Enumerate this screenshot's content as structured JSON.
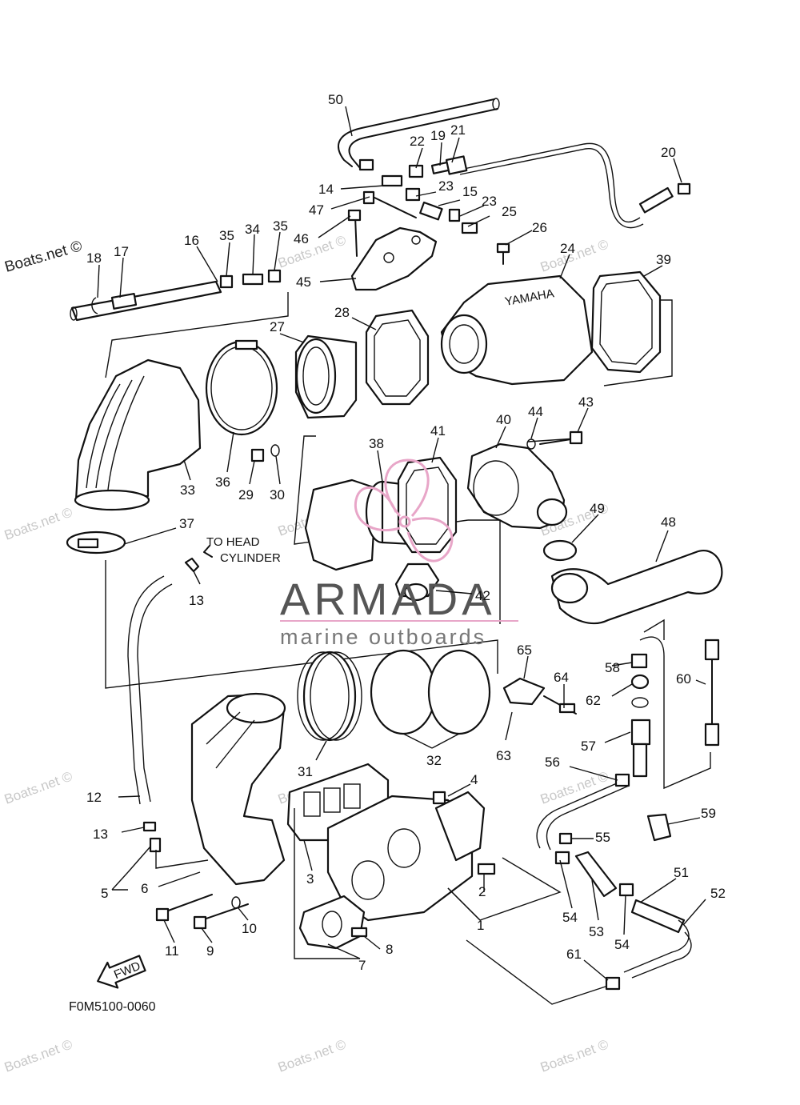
{
  "diagram": {
    "code": "F0M5100-0060",
    "note_line1": "TO HEAD",
    "note_line2": "CYLINDER",
    "fwd_label": "FWD",
    "casting_label": "YAMAHA"
  },
  "branding": {
    "name": "ARMADA",
    "tagline": "marine outboards",
    "accent_color": "#e8a6c8",
    "watermark": "Boats.net ©"
  },
  "part_labels": {
    "p1": "1",
    "p2": "2",
    "p3": "3",
    "p4": "4",
    "p5": "5",
    "p6": "6",
    "p7": "7",
    "p8": "8",
    "p9": "9",
    "p10": "10",
    "p11": "11",
    "p12": "12",
    "p13a": "13",
    "p13b": "13",
    "p14": "14",
    "p15": "15",
    "p16": "16",
    "p17": "17",
    "p18": "18",
    "p19": "19",
    "p20": "20",
    "p21": "21",
    "p22": "22",
    "p23a": "23",
    "p23b": "23",
    "p24": "24",
    "p25": "25",
    "p26": "26",
    "p27": "27",
    "p28": "28",
    "p29": "29",
    "p30": "30",
    "p31": "31",
    "p32": "32",
    "p33": "33",
    "p34": "34",
    "p35a": "35",
    "p35b": "35",
    "p36": "36",
    "p37": "37",
    "p38": "38",
    "p39": "39",
    "p40": "40",
    "p41": "41",
    "p42": "42",
    "p43": "43",
    "p44": "44",
    "p45": "45",
    "p46": "46",
    "p47": "47",
    "p48": "48",
    "p49": "49",
    "p50": "50",
    "p51": "51",
    "p52": "52",
    "p53": "53",
    "p54a": "54",
    "p54b": "54",
    "p55": "55",
    "p56": "56",
    "p57": "57",
    "p58": "58",
    "p59": "59",
    "p60": "60",
    "p61": "61",
    "p62": "62",
    "p63": "63",
    "p64": "64",
    "p65": "65"
  }
}
